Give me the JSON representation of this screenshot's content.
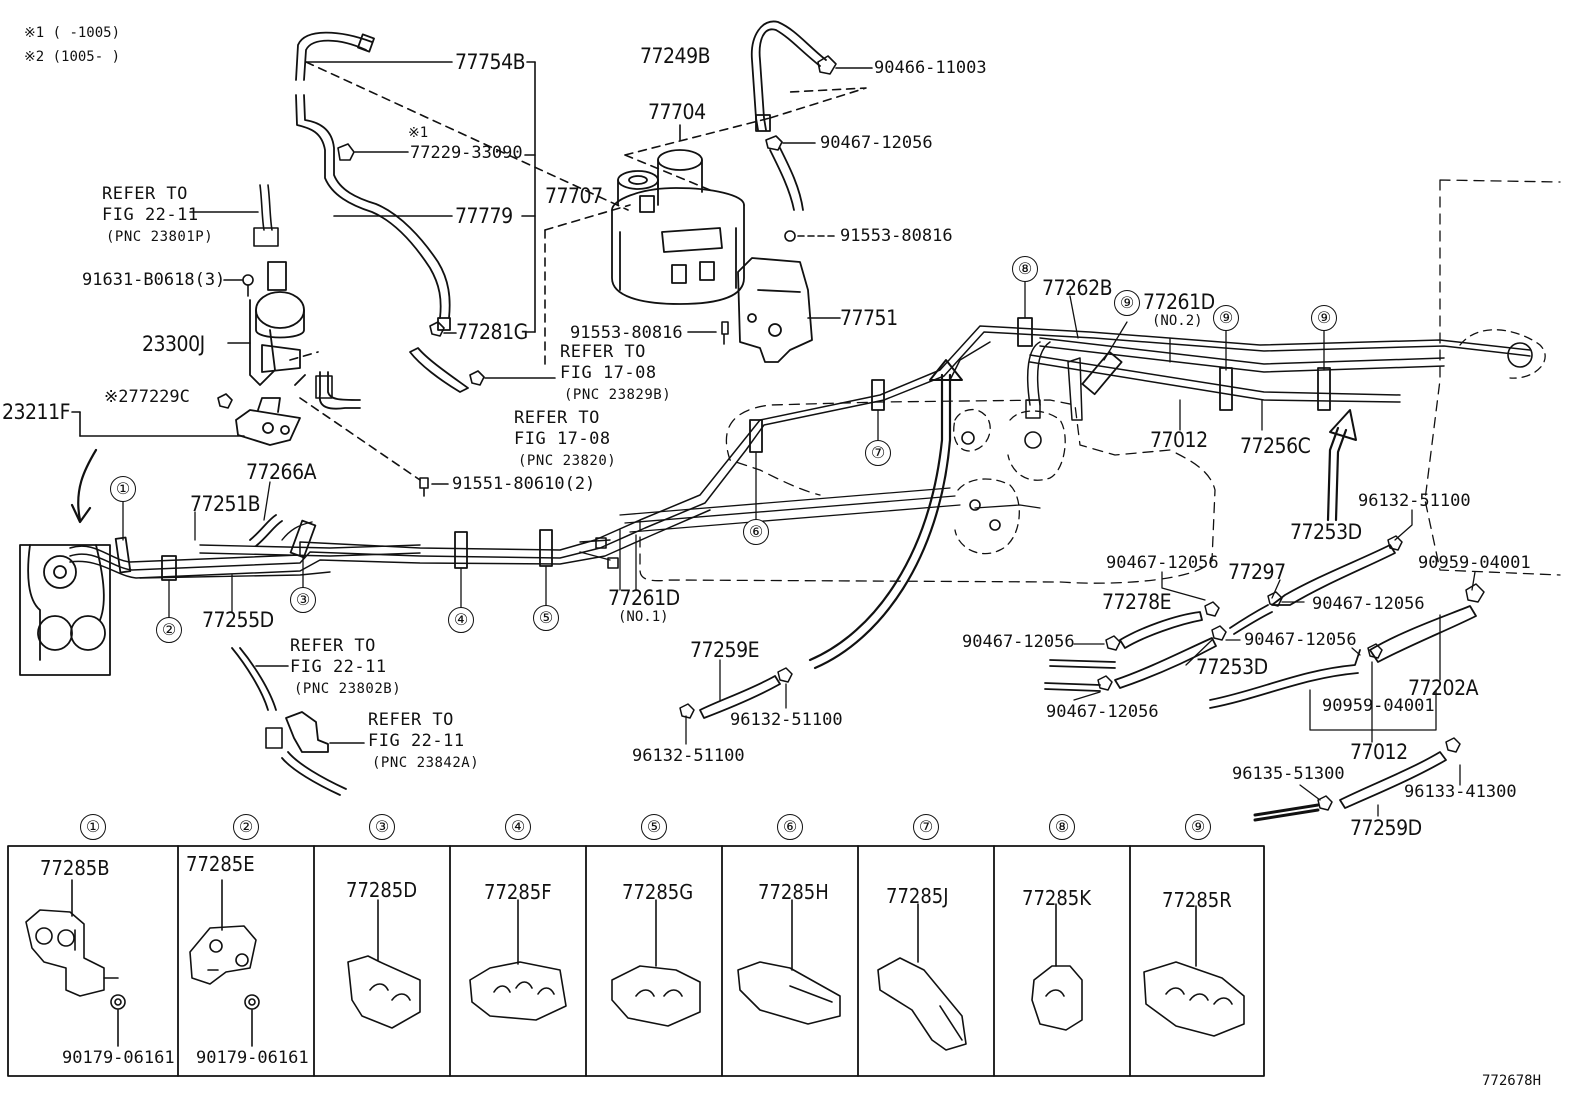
{
  "notes": {
    "n1": "※1 (      -1005)",
    "n2": "※2 (1005-      )"
  },
  "part_labels": {
    "p77754B": "77754B",
    "p77229_33090_mark": "※1",
    "p77229_33090": "77229-33090",
    "p77779": "77779",
    "p77707": "77707",
    "p77281G": "77281G",
    "p77249B": "77249B",
    "p90466_11003": "90466-11003",
    "p77704": "77704",
    "p90467_12056_a": "90467-12056",
    "p91553_80816_a": "91553-80816",
    "p77751": "77751",
    "p91553_80816_b": "91553-80816",
    "p91631_B0618": "91631-B0618(3)",
    "p23300J": "23300J",
    "p23211F": "23211F",
    "p77229C": "※277229C",
    "p77266A": "77266A",
    "p77251B": "77251B",
    "p77255D": "77255D",
    "p91551_80610": "91551-80610(2)",
    "p77261D_no1": "77261D",
    "p77261D_no1_sub": "(NO.1)",
    "p77262B": "77262B",
    "p77261D_no2": "77261D",
    "p77261D_no2_sub": "(NO.2)",
    "p77012_a": "77012",
    "p77256C": "77256C",
    "p96132_51100_a": "96132-51100",
    "p77253D_a": "77253D",
    "p90467_12056_b": "90467-12056",
    "p77297": "77297",
    "p90959_04001_a": "90959-04001",
    "p77278E": "77278E",
    "p90467_12056_c": "90467-12056",
    "p90467_12056_d": "90467-12056",
    "p90467_12056_e": "90467-12056",
    "p77253D_b": "77253D",
    "p77202A": "77202A",
    "p90467_12056_f": "90467-12056",
    "p90959_04001_b": "90959-04001",
    "p77012_b": "77012",
    "p77259E": "77259E",
    "p96132_51100_b": "96132-51100",
    "p96132_51100_c": "96132-51100",
    "p96135_51300": "96135-51300",
    "p96133_41300": "96133-41300",
    "p77259D": "77259D"
  },
  "refer_to": [
    {
      "l1": "REFER TO",
      "l2": "FIG 22-11",
      "l3": "(PNC 23801P)"
    },
    {
      "l1": "REFER TO",
      "l2": "FIG 17-08",
      "l3": "(PNC 23829B)"
    },
    {
      "l1": "REFER TO",
      "l2": "FIG 17-08",
      "l3": "(PNC 23820)"
    },
    {
      "l1": "REFER TO",
      "l2": "FIG 22-11",
      "l3": "(PNC 23802B)"
    },
    {
      "l1": "REFER TO",
      "l2": "FIG 22-11",
      "l3": "(PNC 23842A)"
    }
  ],
  "clamp_markers": [
    "①",
    "②",
    "③",
    "④",
    "⑤",
    "⑥",
    "⑦",
    "⑧",
    "⑨"
  ],
  "clamp_table": {
    "headers": [
      "①",
      "②",
      "③",
      "④",
      "⑤",
      "⑥",
      "⑦",
      "⑧",
      "⑨"
    ],
    "cells": [
      {
        "part": "77285B",
        "extra": "90179-06161"
      },
      {
        "part": "77285E",
        "extra": "90179-06161"
      },
      {
        "part": "77285D",
        "extra": ""
      },
      {
        "part": "77285F",
        "extra": ""
      },
      {
        "part": "77285G",
        "extra": ""
      },
      {
        "part": "77285H",
        "extra": ""
      },
      {
        "part": "77285J",
        "extra": ""
      },
      {
        "part": "77285K",
        "extra": ""
      },
      {
        "part": "77285R",
        "extra": ""
      }
    ]
  },
  "figure_id": "772678H"
}
